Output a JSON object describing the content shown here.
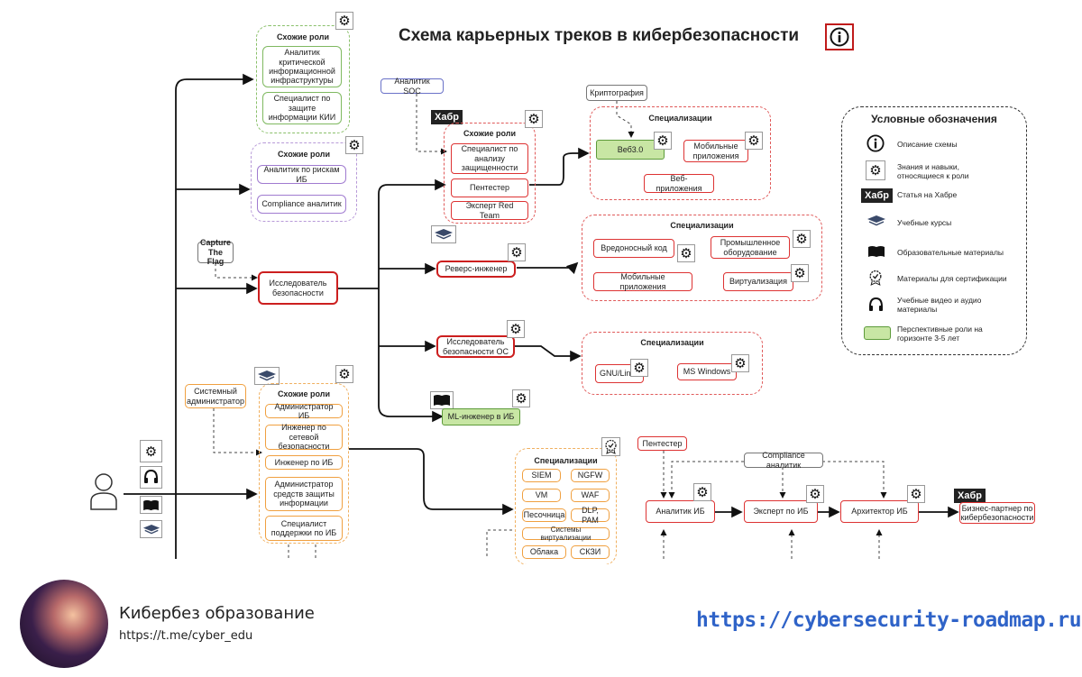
{
  "title": "Схема карьерных треков в кибербезопасности",
  "icons": {
    "info": "info-icon",
    "gear": "gear-person-icon",
    "book": "book-icon",
    "course": "course-stack-icon",
    "headphones": "headphones-icon",
    "cert": "certificate-icon",
    "user": "user-icon"
  },
  "colors": {
    "red": "#cc1f1f",
    "green_fill": "#c8e6a4",
    "orange": "#f0a040",
    "purple": "#a07bd0",
    "link": "#2f63c8"
  },
  "groups": {
    "g1": {
      "title": "Схожие роли",
      "items": [
        "Аналитик критической информационной инфраструктуры",
        "Специалист по защите информации КИИ"
      ]
    },
    "g2": {
      "title": "Схожие роли",
      "items": [
        "Аналитик по рискам ИБ",
        "Compliance аналитик"
      ]
    },
    "g3": {
      "title": "Схожие роли",
      "items": [
        "Специалист по анализу защищенности",
        "Пентестер",
        "Эксперт Red Team"
      ]
    },
    "g4": {
      "title": "Схожие роли",
      "items": [
        "Администратор ИБ",
        "Инженер по сетевой безопасности",
        "Инженер по ИБ",
        "Администратор средств защиты информации",
        "Специалист поддержки по ИБ"
      ]
    }
  },
  "spec": {
    "s1": {
      "title": "Специализации",
      "items": [
        "Веб3.0",
        "Мобильные приложения",
        "Веб-приложения"
      ]
    },
    "s2": {
      "title": "Специализации",
      "items": [
        "Вредоносный код",
        "Промышленное оборудование",
        "Мобильные приложения",
        "Виртуализация"
      ]
    },
    "s3": {
      "title": "Специализации",
      "items": [
        "GNU/Linux",
        "MS Windows"
      ]
    },
    "s4": {
      "title": "Специализации",
      "items": [
        "SIEM",
        "NGFW",
        "VM",
        "WAF",
        "Песочница",
        "DLP, PAM",
        "Системы виртуализации",
        "Облака",
        "СКЗИ"
      ]
    }
  },
  "nodes": {
    "soc": "Аналитик SOC",
    "crypto": "Криптография",
    "ctf": "Capture The Flag",
    "researcher": "Исследователь безопасности",
    "reverse": "Реверс-инженер",
    "os_researcher": "Исследователь безопасности ОС",
    "ml": "ML-инженер в ИБ",
    "sysadmin": "Системный администратор",
    "pentester": "Пентестер",
    "compliance": "Compliance аналитик",
    "analyst": "Аналитик ИБ",
    "expert": "Эксперт по ИБ",
    "architect": "Архитектор ИБ",
    "bp": "Бизнес-партнер по кибербезопасности",
    "habr": "Хабр"
  },
  "legend": {
    "title": "Условные обозначения",
    "items": [
      "Описание схемы",
      "Знания и навыки, относящиеся к роли",
      "Статья на Хабре",
      "Учебные курсы",
      "Образовательные материалы",
      "Материалы для сертификации",
      "Учебные видео и аудио материалы",
      "Перспективные роли на горизонте 3-5 лет"
    ]
  },
  "footer": {
    "brand": "Кибербез образование",
    "channel": "https://t.me/cyber_edu",
    "site": "https://cybersecurity-roadmap.ru"
  }
}
